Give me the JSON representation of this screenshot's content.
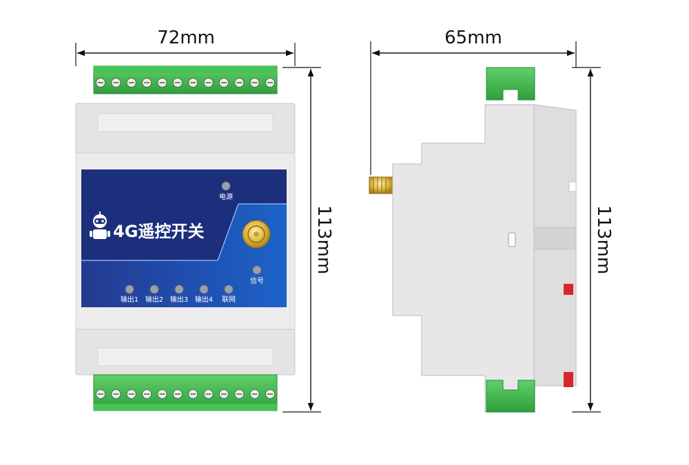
{
  "front_view": {
    "width_label": "72mm",
    "height_label": "113mm",
    "product_name": "4G遥控开关",
    "power_led_label": "电源",
    "signal_led_label": "信号",
    "led_labels": [
      "输出1",
      "输出2",
      "输出3",
      "输出4",
      "联网"
    ],
    "terminal_count_per_row": 12
  },
  "side_view": {
    "depth_label": "65mm",
    "height_label": "113mm"
  },
  "colors": {
    "panel_blue": "#1d55b5",
    "panel_dark": "#1c2f7d",
    "terminal_green": "#3fb84b",
    "housing": "#e6e6e6",
    "antenna_gold": "#c9a227",
    "latch_red": "#d8262f"
  }
}
